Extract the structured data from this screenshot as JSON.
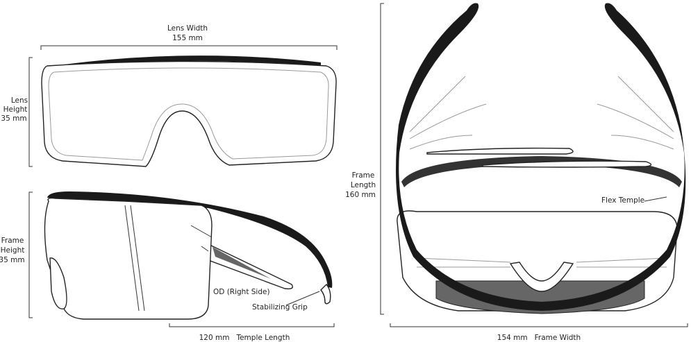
{
  "front_view": {
    "lens_width_label": "Lens Width",
    "lens_width_value": "155 mm",
    "lens_height_label_1": "Lens",
    "lens_height_label_2": "Height",
    "lens_height_value": "35 mm"
  },
  "side_view": {
    "frame_height_label_1": "Frame",
    "frame_height_label_2": "Height",
    "frame_height_value": "35 mm",
    "temple_length": "120 mm   Temple Length",
    "od_label": "OD (Right Side)",
    "grip_label": "Stabilizing Grip"
  },
  "top_view": {
    "frame_length_label_1": "Frame",
    "frame_length_label_2": "Length",
    "frame_length_value": "160 mm",
    "frame_width": "154 mm   Frame Width",
    "flex_temple_label": "Flex Temple"
  },
  "colors": {
    "line": "#222222",
    "frame_dark": "#1a1a1a",
    "frame_gray": "#666666"
  }
}
